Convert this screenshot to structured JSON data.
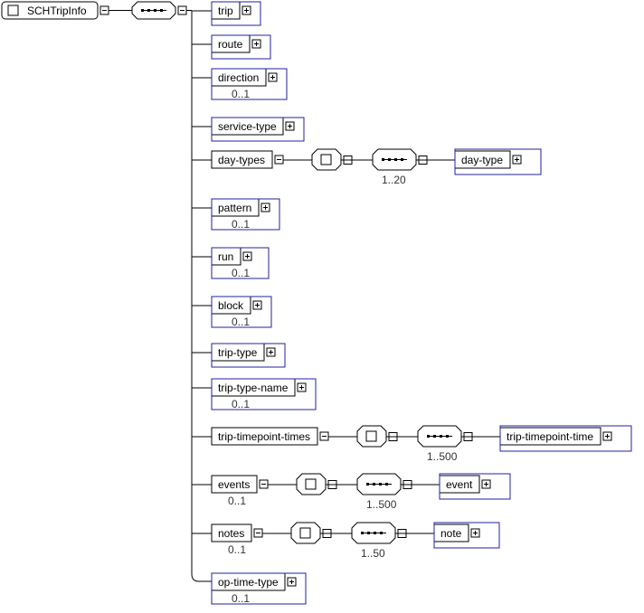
{
  "root": {
    "label": "SCHTripInfo"
  },
  "items": [
    {
      "label": "trip",
      "card": ""
    },
    {
      "label": "route",
      "card": ""
    },
    {
      "label": "direction",
      "card": "0..1"
    },
    {
      "label": "service-type",
      "card": ""
    },
    {
      "label": "day-types",
      "card": "",
      "child": {
        "label": "day-type",
        "seq_card": "1..20"
      }
    },
    {
      "label": "pattern",
      "card": "0..1"
    },
    {
      "label": "run",
      "card": "0..1"
    },
    {
      "label": "block",
      "card": "0..1"
    },
    {
      "label": "trip-type",
      "card": ""
    },
    {
      "label": "trip-type-name",
      "card": "0..1"
    },
    {
      "label": "trip-timepoint-times",
      "card": "",
      "child": {
        "label": "trip-timepoint-time",
        "seq_card": "1..500"
      }
    },
    {
      "label": "events",
      "card": "0..1",
      "child": {
        "label": "event",
        "seq_card": "1..500"
      }
    },
    {
      "label": "notes",
      "card": "0..1",
      "child": {
        "label": "note",
        "seq_card": "1..50"
      }
    },
    {
      "label": "op-time-type",
      "card": "0..1"
    }
  ]
}
